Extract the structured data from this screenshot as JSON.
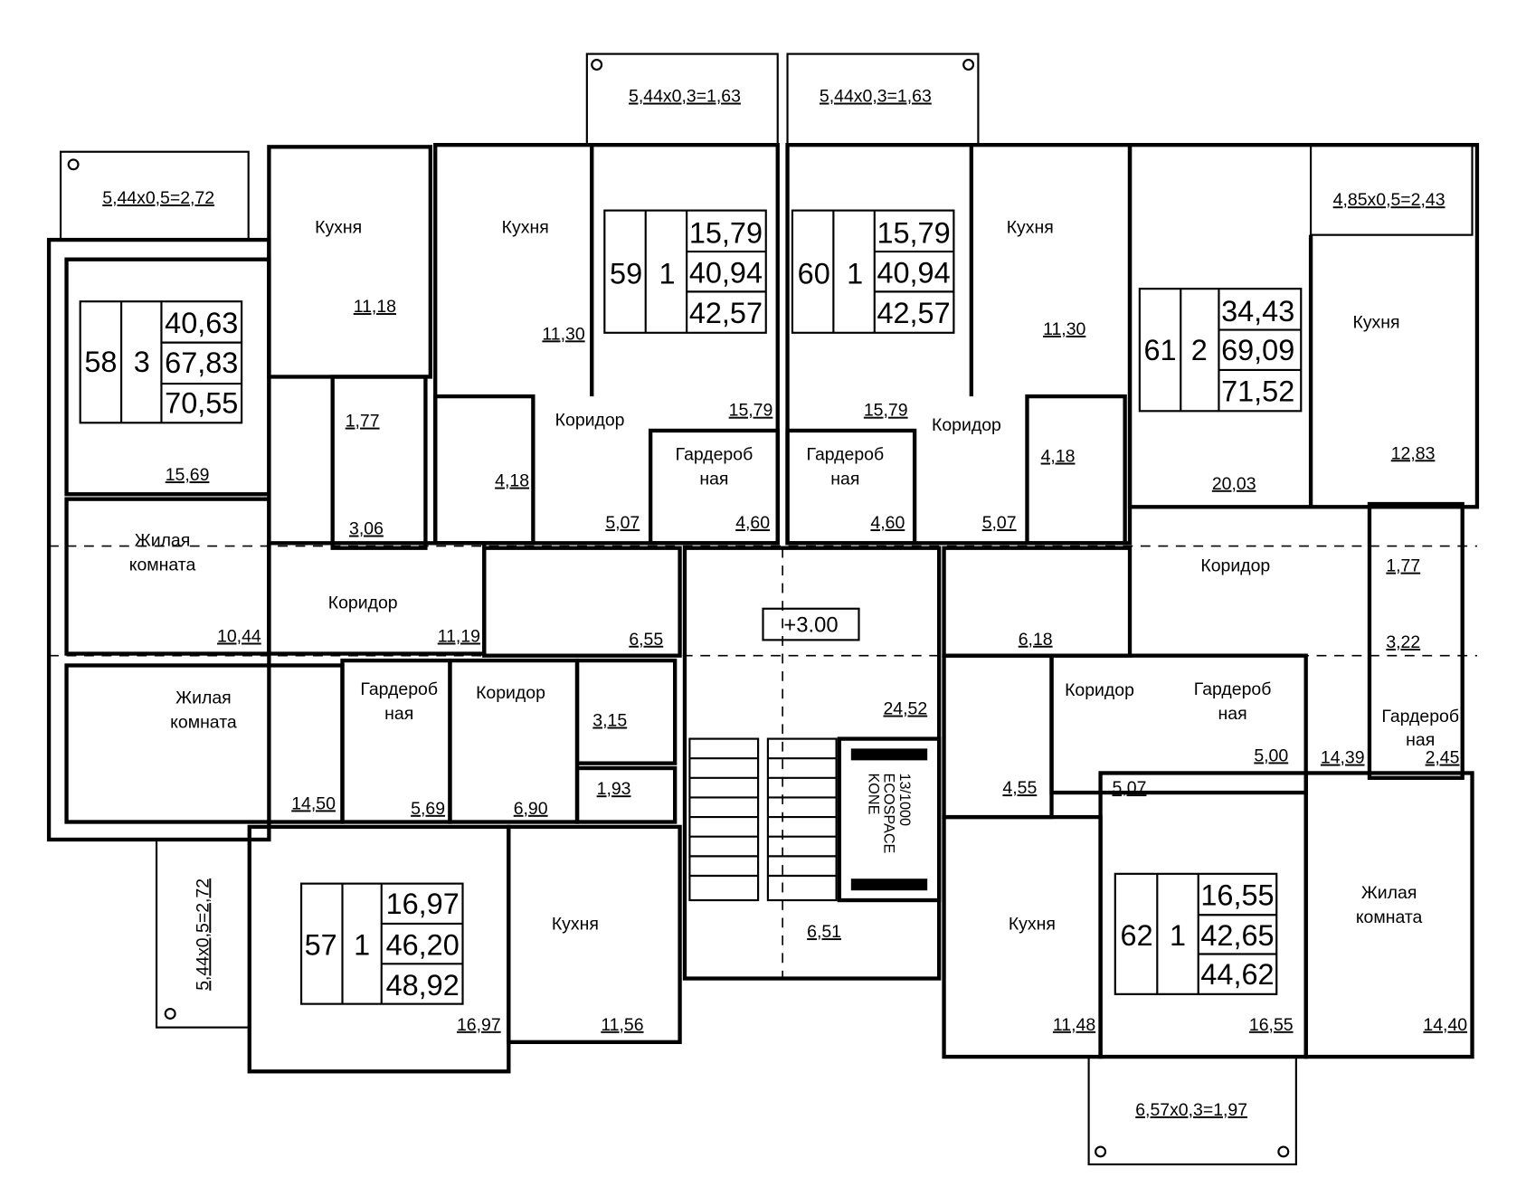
{
  "balconies": {
    "b58": "5,44x0,5=2,72",
    "b59": "5,44x0,3=1,63",
    "b60": "5,44x0,3=1,63",
    "b61": "4,85x0,5=2,43",
    "b57": "5,44x0,5=2,72",
    "b62": "6,57x0,3=1,97"
  },
  "apartments": {
    "a58": {
      "number": "58",
      "rooms": "3",
      "living": "40,63",
      "total": "67,83",
      "total_with_balcony": "70,55"
    },
    "a59": {
      "number": "59",
      "rooms": "1",
      "living": "15,79",
      "total": "40,94",
      "total_with_balcony": "42,57"
    },
    "a60": {
      "number": "60",
      "rooms": "1",
      "living": "15,79",
      "total": "40,94",
      "total_with_balcony": "42,57"
    },
    "a61": {
      "number": "61",
      "rooms": "2",
      "living": "34,43",
      "total": "69,09",
      "total_with_balcony": "71,52"
    },
    "a57": {
      "number": "57",
      "rooms": "1",
      "living": "16,97",
      "total": "46,20",
      "total_with_balcony": "48,92"
    },
    "a62": {
      "number": "62",
      "rooms": "1",
      "living": "16,55",
      "total": "42,65",
      "total_with_balcony": "44,62"
    }
  },
  "room_names": {
    "kitchen": "Кухня",
    "corridor": "Коридор",
    "wardrobe_1": "Гардероб",
    "wardrobe_2": "ная",
    "living_1": "Жилая",
    "living_2": "комната"
  },
  "areas": {
    "a58_kitchen": "11,18",
    "a58_wc": "1,77",
    "a58_bath": "3,06",
    "a58_room": "15,69",
    "a58_living": "10,44",
    "a58_corridor": "11,19",
    "a58_living2": "14,50",
    "a59_kitchen": "11,30",
    "a59_room": "15,79",
    "a59_bath": "4,18",
    "a59_corridor": "5,07",
    "a59_wardrobe": "4,60",
    "a60_kitchen": "11,30",
    "a60_room": "15,79",
    "a60_bath": "4,18",
    "a60_corridor": "5,07",
    "a60_wardrobe": "4,60",
    "a61_room": "20,03",
    "a61_kitchen": "12,83",
    "a61_wc": "1,77",
    "a61_bath": "3,22",
    "a61_corridor": "14,39",
    "a61_wardrobe": "2,45",
    "hall_left": "6,55",
    "hall_right": "6,18",
    "hall_main": "24,52",
    "stair": "6,51",
    "a57_wardrobe": "5,69",
    "a57_corridor": "6,90",
    "a57_bath": "3,15",
    "a57_wc": "1,93",
    "a57_room": "16,97",
    "a57_kitchen": "11,56",
    "a62_bath": "4,55",
    "a62_corridor": "5,07",
    "a62_wardrobe": "5,00",
    "a62_kitchen": "11,48",
    "a62_room": "16,55",
    "a62_living": "14,40"
  },
  "level_mark": "+3.00",
  "elevator": {
    "line1": "13/1000",
    "line2": "ECOSPACE",
    "line3": "KONE"
  }
}
